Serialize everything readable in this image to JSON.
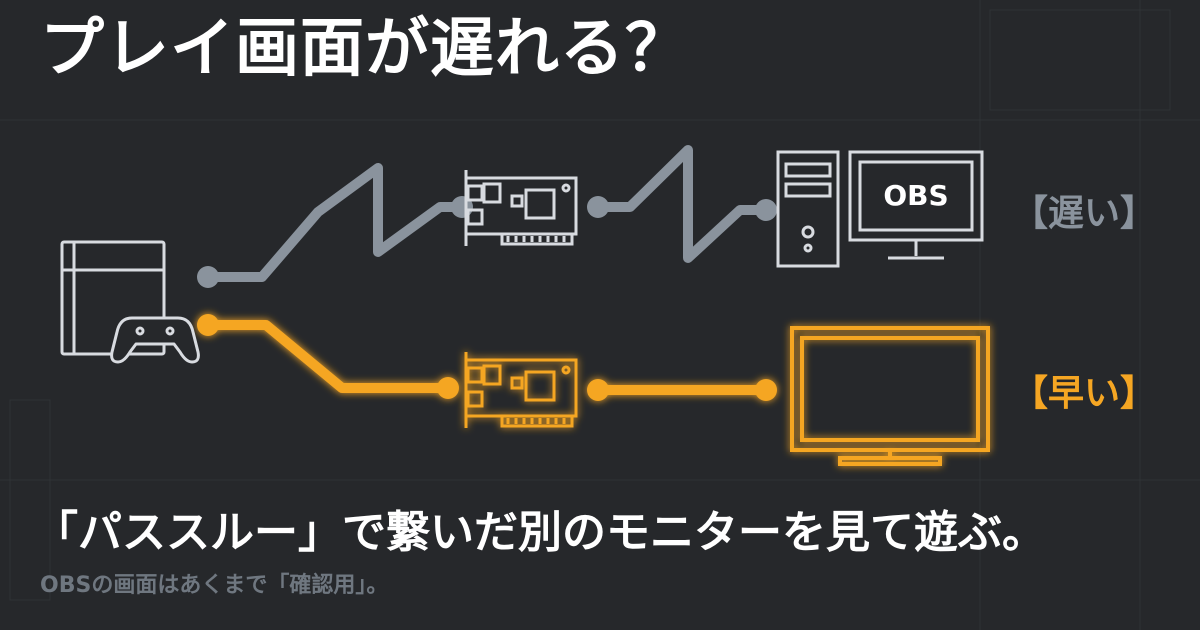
{
  "title": "プレイ画面が遅れる？",
  "paths": {
    "slow": {
      "label": "【遅い】",
      "color": "#8a939d"
    },
    "fast": {
      "label": "【早い】",
      "color": "#f5a623"
    }
  },
  "pc_monitor_text": "OBS",
  "subtitle": "「パススルー」で繋いだ別のモニターを見て遊ぶ。",
  "note": "OBSの画面はあくまで「確認用」。",
  "icons": [
    "game-console-icon",
    "controller-icon",
    "capture-card-icon",
    "pc-tower-icon",
    "monitor-icon",
    "tv-icon"
  ],
  "colors": {
    "background": "#26282b",
    "device_outline": "#d8dbe0",
    "slow_line": "#8a939d",
    "fast_line": "#f5a623"
  }
}
